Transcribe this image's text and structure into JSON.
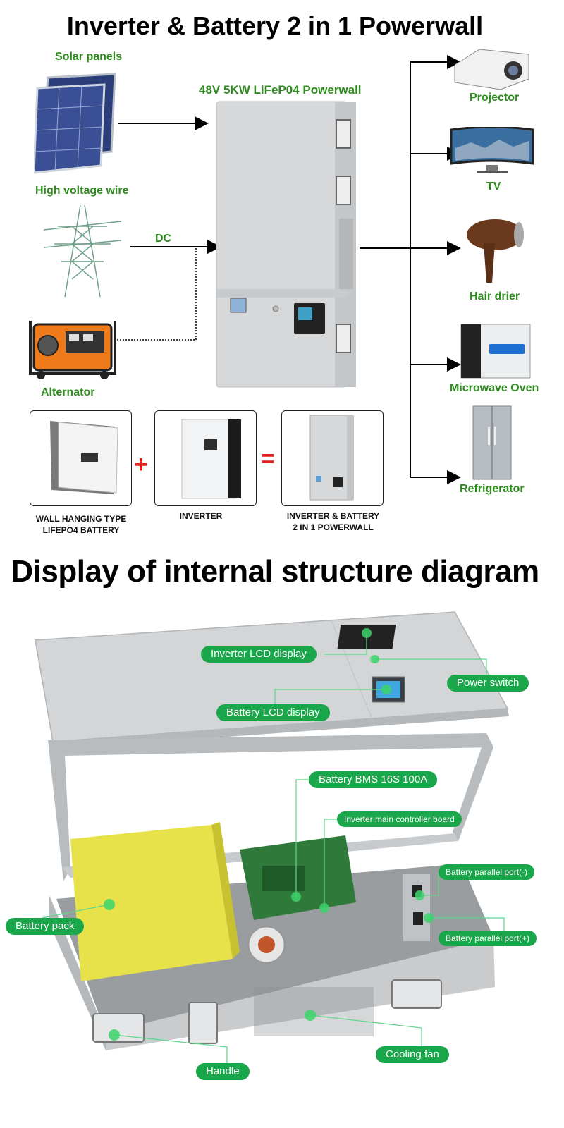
{
  "top": {
    "title": "Inverter & Battery 2 in 1 Powerwall",
    "product_label": "48V 5KW LiFeP04 Powerwall",
    "dc_label": "DC",
    "sources": [
      {
        "label": "Solar panels",
        "icon": "solar-panel-icon"
      },
      {
        "label": "High voltage wire",
        "icon": "power-tower-icon"
      },
      {
        "label": "Alternator",
        "icon": "generator-icon"
      }
    ],
    "loads": [
      {
        "label": "Projector",
        "icon": "projector-icon"
      },
      {
        "label": "TV",
        "icon": "tv-icon"
      },
      {
        "label": "Hair drier",
        "icon": "hair-drier-icon"
      },
      {
        "label": "Microwave Oven",
        "icon": "microwave-icon"
      },
      {
        "label": "Refrigerator",
        "icon": "refrigerator-icon"
      }
    ],
    "equation": {
      "plus": "+",
      "equals": "=",
      "items": [
        {
          "caption_line1": "WALL HANGING TYPE",
          "caption_line2": "LIFEPO4 BATTERY"
        },
        {
          "caption_line1": "INVERTER",
          "caption_line2": ""
        },
        {
          "caption_line1": "INVERTER & BATTERY",
          "caption_line2": "2 IN 1 POWERWALL"
        }
      ]
    }
  },
  "bottom": {
    "title": "Display of internal structure diagram",
    "callouts": {
      "inverter_lcd": "Inverter LCD display",
      "power_switch": "Power switch",
      "battery_lcd": "Battery LCD display",
      "bms": "Battery BMS 16S 100A",
      "controller": "Inverter main controller board",
      "battery_pack": "Battery pack",
      "parallel_neg": "Battery parallel port(-)",
      "parallel_pos": "Battery parallel port(+)",
      "cooling_fan": "Cooling fan",
      "handle": "Handle"
    }
  },
  "colors": {
    "label_green": "#2e8b1e",
    "callout_green": "#1aa64a",
    "operator_red": "#e0201c",
    "panel_gray": "#d3d5d7"
  }
}
